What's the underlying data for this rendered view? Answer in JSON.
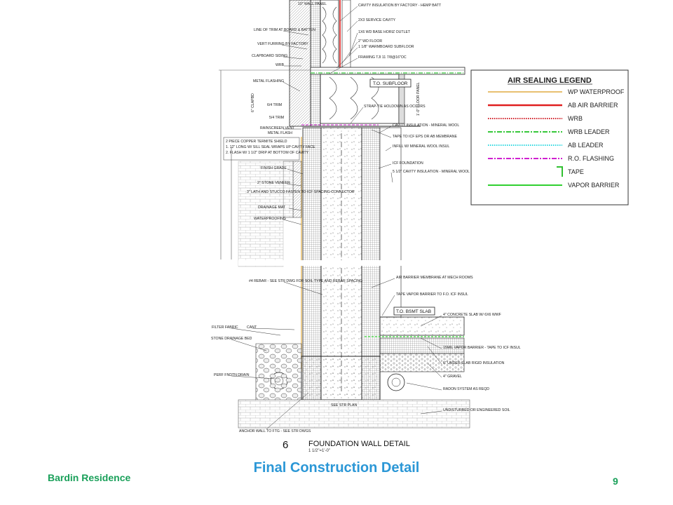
{
  "slide": {
    "project_name": "Bardin Residence",
    "title": "Final Construction Detail",
    "page_number": "9"
  },
  "detail": {
    "number": "6",
    "title": "FOUNDATION WALL DETAIL",
    "scale": "1 1/2\"=1'-0\"",
    "tags": {
      "subfloor": "T.O. SUBFLOOR",
      "bsmt_slab": "T.O. BSMT SLAB"
    },
    "labels_left": [
      "LINE OF TRIM AT BOARD & BATTEN",
      "VERT FURRING BY FACTORY",
      "CLAPBOARD SIDING",
      "WRB",
      "METAL FLASHING",
      "RAINSCREEN VENT",
      "METAL FLASH",
      "2 PIECE COPPER TERMITE SHIELD",
      "1. 12\" LONG W/ SILL SEAL WRAPS UP CAVITY FACE",
      "2. FLASH W/ 1 1/2\" DRIP AT BOTTOM OF CAVITY",
      "FINISH GRADE",
      "2\" STONE VENEER",
      "3\" LATH AND STUCCO FASTEN TO ICF SPACING CONNECTOR",
      "DRAINAGE MAT",
      "WATERPROOFING",
      "#4 REBAR - SEE STR DWG FOR SOIL TYPE AND REBAR SPACING",
      "FILTER FABRIC",
      "CANT",
      "STONE DRAINAGE BED",
      "PERF FNDTN DRAIN",
      "ANCHOR WALL TO FTG - SEE STR DWGS"
    ],
    "labels_right": [
      "CAVITY INSULATION BY FACTORY - HEMP BATT",
      "2X3 SERVICE CAVITY",
      "1X6 WD BASE HORIZ OUTLET",
      "2\" WD FLOOR",
      "1 1/8\" WARMBOARD SUBFLOOR",
      "FRAMING TJI 11 7/8@16\"OC",
      "STRAP-TIE HOLDOWN AS OCCURS",
      "CAVITY INSULATION - MINERAL WOOL",
      "TAPE TO ICF EPS OR AB MEMBRANE",
      "INFILL W/ MINERAL WOOL INSUL",
      "ICF FOUNDATION",
      "5 1/2\" CAVITY INSULATION - MINERAL WOOL",
      "AIR BARRIER MEMBRANE AT MECH ROOMS",
      "TAPE VAPOR BARRIER TO F.O. ICF INSUL",
      "4\" CONCRETE SLAB W/ 6X6 WWF",
      "15MIL VAPOR BARRIER - TAPE TO ICF INSUL",
      "6\" UNDER SLAB RIGID INSULATION",
      "4\" GRAVEL",
      "RADON SYSTEM AS REQD",
      "UNDISTURBED OR ENGINEERED SOIL"
    ],
    "small_labels": [
      "10\" WALL PANEL",
      "SEE STR PLAN",
      "6/4 TRIM",
      "5/4 TRIM",
      "6\" CLAPBD",
      "1'-0\" FLOOR PANEL"
    ]
  },
  "legend": {
    "title": "AIR SEALING LEGEND",
    "items": [
      {
        "label": "WP WATERPROOF",
        "color": "#e8c070",
        "style": "solid"
      },
      {
        "label": "AB AIR BARRIER",
        "color": "#e02020",
        "style": "solid"
      },
      {
        "label": "WRB",
        "color": "#d0202a",
        "style": "dotted"
      },
      {
        "label": "WRB LEADER",
        "color": "#36c83a",
        "style": "dashdot"
      },
      {
        "label": "AB LEADER",
        "color": "#30d8e0",
        "style": "dotted"
      },
      {
        "label": "R.O. FLASHING",
        "color": "#d020d0",
        "style": "dashdot"
      },
      {
        "label": "TAPE",
        "color": "#30c030",
        "style": "corner"
      },
      {
        "label": "VAPOR BARRIER",
        "color": "#30d030",
        "style": "solid"
      }
    ]
  }
}
